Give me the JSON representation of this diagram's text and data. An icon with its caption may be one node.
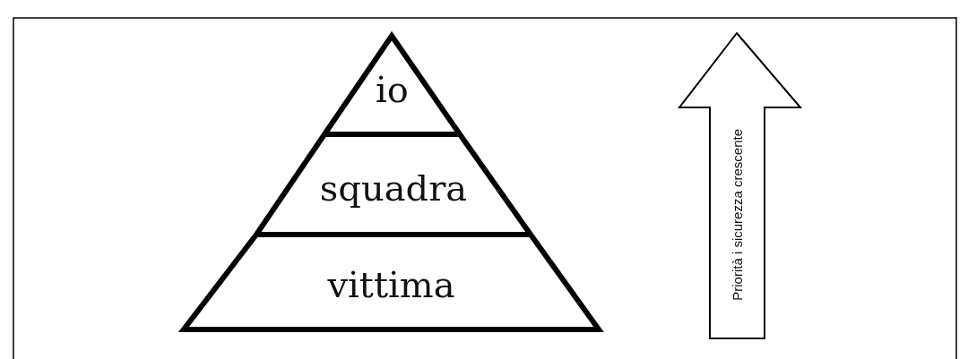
{
  "diagram": {
    "nodes": [
      {
        "text": [
          "io"
        ]
      },
      {
        "text": [
          "squadra"
        ]
      },
      {
        "text": [
          "vittima"
        ]
      },
      {
        "text": [
          "Priorità i sicurezza crescente"
        ]
      }
    ]
  }
}
